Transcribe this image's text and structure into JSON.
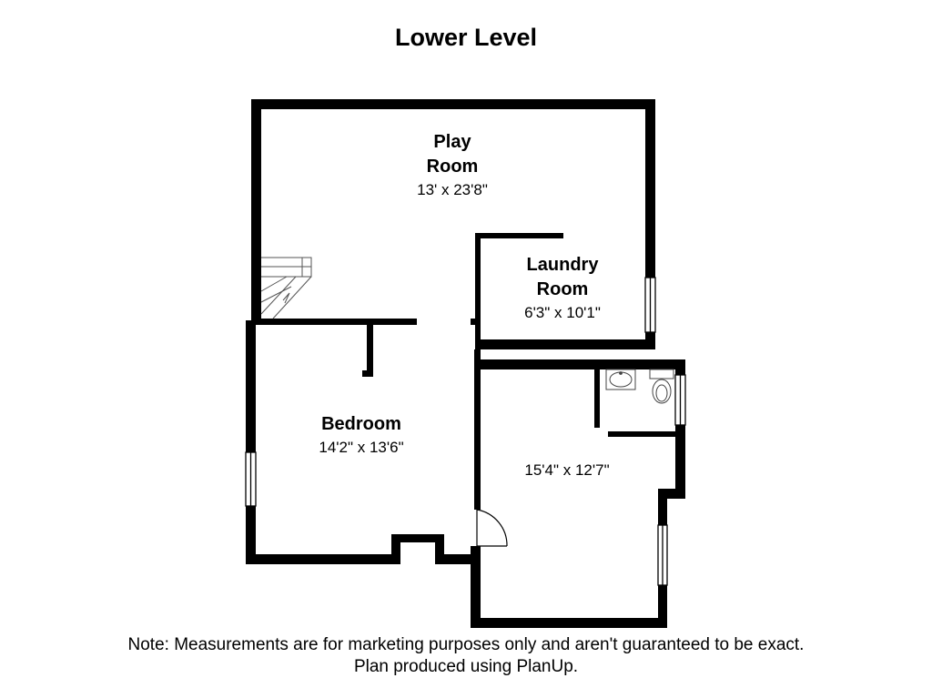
{
  "title": "Lower Level",
  "rooms": {
    "play_room": {
      "line1": "Play",
      "line2": "Room",
      "dims": "13' x 23'8\""
    },
    "laundry_room": {
      "line1": "Laundry",
      "line2": "Room",
      "dims": "6'3\" x 10'1\""
    },
    "bedroom": {
      "name": "Bedroom",
      "dims": "14'2\" x 13'6\""
    },
    "unnamed_room": {
      "dims": "15'4\" x 12'7\""
    }
  },
  "note": {
    "line1": "Note: Measurements are for marketing purposes only and aren't guaranteed to be exact.",
    "line2": "Plan produced using PlanUp."
  },
  "colors": {
    "wall": "#000000",
    "background": "#ffffff",
    "fixture": "#444444"
  }
}
